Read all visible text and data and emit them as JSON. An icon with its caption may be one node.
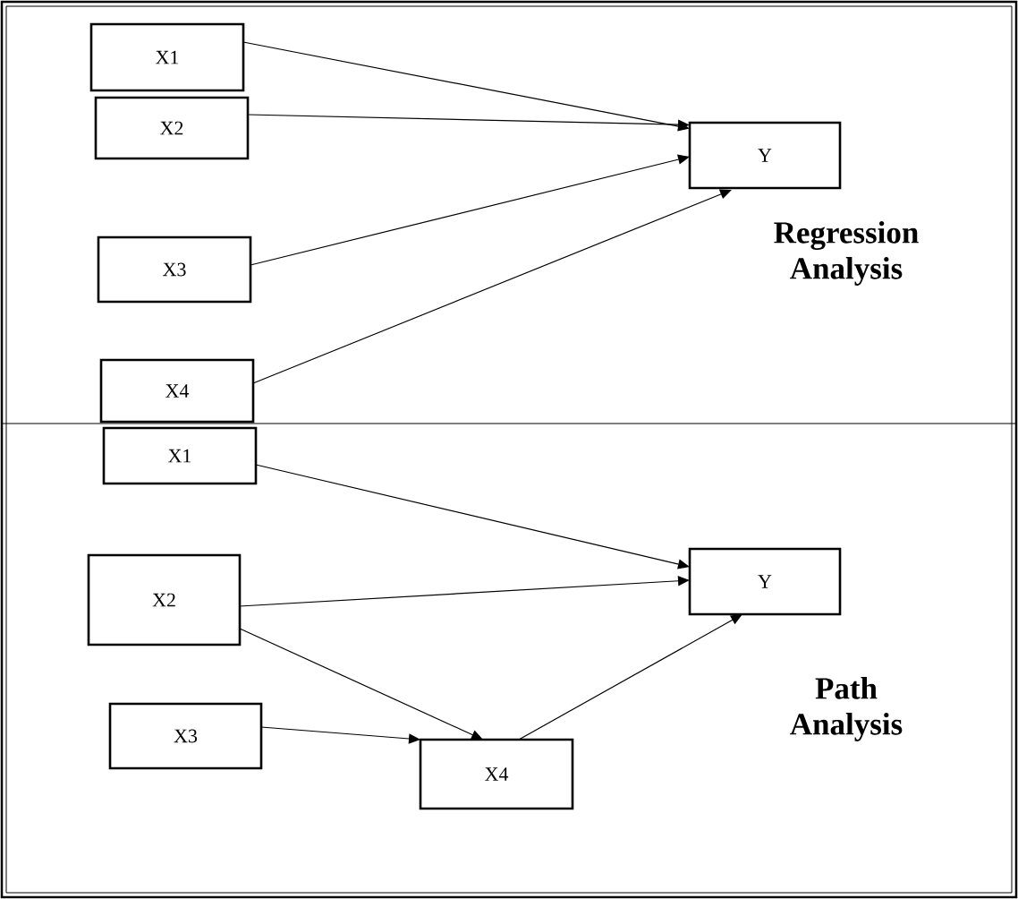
{
  "diagram": {
    "nodes": [
      {
        "text": [
          "X1"
        ]
      },
      {
        "text": [
          "X2"
        ]
      },
      {
        "text": [
          "X3"
        ]
      },
      {
        "text": [
          "X4"
        ]
      },
      {
        "text": [
          "Y"
        ]
      },
      {
        "text": [
          "X1"
        ]
      },
      {
        "text": [
          "X2"
        ]
      },
      {
        "text": [
          "X3"
        ]
      },
      {
        "text": [
          "X4"
        ]
      },
      {
        "text": [
          "Y"
        ]
      }
    ],
    "edges": [
      {
        "from": 0,
        "to": 4,
        "arrow": "to"
      },
      {
        "from": 1,
        "to": 4,
        "arrow": "to"
      },
      {
        "from": 2,
        "to": 4,
        "arrow": "to"
      },
      {
        "from": 3,
        "to": 4,
        "arrow": "to"
      },
      {
        "from": 5,
        "to": 9,
        "arrow": "to"
      },
      {
        "from": 6,
        "to": 9,
        "arrow": "to"
      },
      {
        "from": 6,
        "to": 8,
        "arrow": "to"
      },
      {
        "from": 7,
        "to": 8,
        "arrow": "to"
      },
      {
        "from": 8,
        "to": 9,
        "arrow": "to"
      }
    ],
    "labels": [
      "Regression Analysis",
      "Path Analysis"
    ]
  }
}
